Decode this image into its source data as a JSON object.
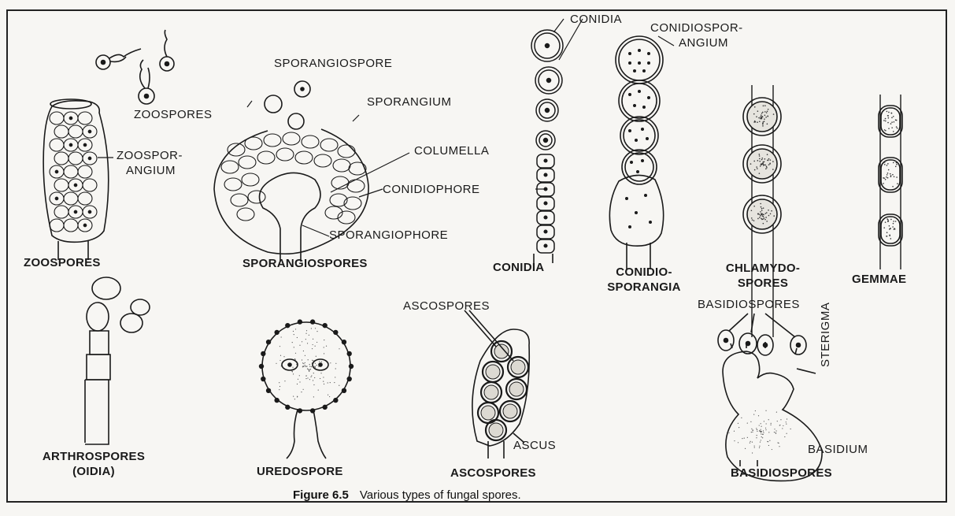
{
  "figure": {
    "number": "Figure 6.5",
    "caption": "Various types of fungal spores."
  },
  "titles": {
    "zoospores": "ZOOSPORES",
    "sporangiospores": "SPORANGIOSPORES",
    "conidia": "CONIDIA",
    "conidiosporangia_1": "CONIDIO-",
    "conidiosporangia_2": "SPORANGIA",
    "chlamydospores_1": "CHLAMYDO-",
    "chlamydospores_2": "SPORES",
    "gemmae": "GEMMAE",
    "arthrospores_1": "ARTHROSPORES",
    "arthrospores_2": "(OIDIA)",
    "uredospore": "UREDOSPORE",
    "ascospores": "ASCOSPORES",
    "basidiospores": "BASIDIOSPORES"
  },
  "labels": {
    "zoospores": "ZOOSPORES",
    "zoosporangium_1": "ZOOSPOR-",
    "zoosporangium_2": "ANGIUM",
    "sporangiospore": "SPORANGIOSPORE",
    "sporangium": "SPORANGIUM",
    "columella": "COLUMELLA",
    "conidiophore": "CONIDIOPHORE",
    "sporangiophore": "SPORANGIOPHORE",
    "conidia": "CONIDIA",
    "conidiosporangium_1": "CONIDIOSPOR-",
    "conidiosporangium_2": "ANGIUM",
    "ascospores": "ASCOSPORES",
    "ascus": "ASCUS",
    "basidiospores": "BASIDIOSPORES",
    "sterigma": "STERIGMA",
    "basidium": "BASIDIUM"
  }
}
